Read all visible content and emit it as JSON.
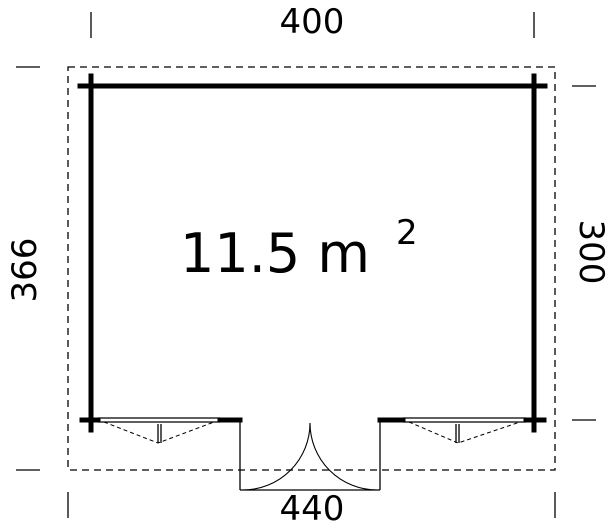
{
  "dimensions": {
    "top_width": "400",
    "bottom_width": "440",
    "left_depth": "366",
    "right_depth": "300"
  },
  "area": {
    "value": "11.5 m",
    "unit_exponent": "2"
  }
}
